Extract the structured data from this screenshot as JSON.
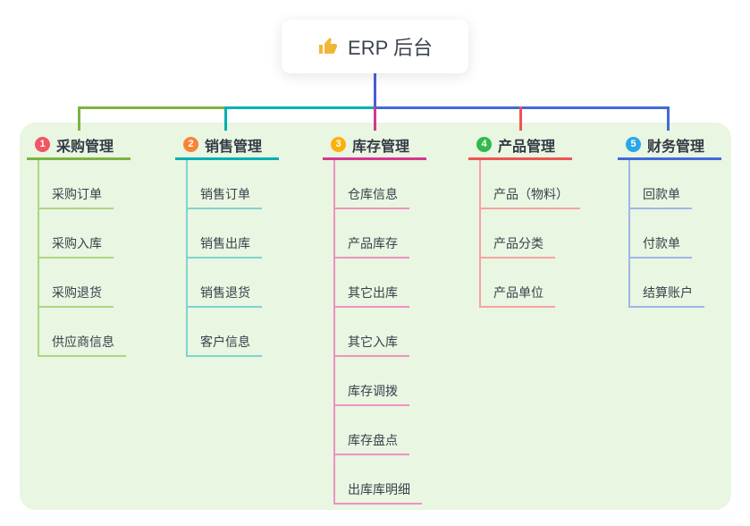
{
  "root": {
    "title": "ERP 后台",
    "icon": "thumbs-up-icon"
  },
  "branches": [
    {
      "badge": "1",
      "label": "采购管理",
      "badge_color": "#F25566",
      "line_color": "#7CB342",
      "child_line_color": "#AED584",
      "children": [
        "采购订单",
        "采购入库",
        "采购退货",
        "供应商信息"
      ]
    },
    {
      "badge": "2",
      "label": "销售管理",
      "badge_color": "#F98436",
      "line_color": "#00B0B0",
      "child_line_color": "#7FD4CC",
      "children": [
        "销售订单",
        "销售出库",
        "销售退货",
        "客户信息"
      ]
    },
    {
      "badge": "3",
      "label": "库存管理",
      "badge_color": "#FBB10D",
      "line_color": "#D6368F",
      "child_line_color": "#F290C0",
      "children": [
        "仓库信息",
        "产品库存",
        "其它出库",
        "其它入库",
        "库存调拨",
        "库存盘点",
        "出库库明细"
      ]
    },
    {
      "badge": "4",
      "label": "产品管理",
      "badge_color": "#33B94D",
      "line_color": "#F05353",
      "child_line_color": "#F7A3A0",
      "children": [
        "产品（物料）",
        "产品分类",
        "产品单位"
      ]
    },
    {
      "badge": "5",
      "label": "财务管理",
      "badge_color": "#2BA6E8",
      "line_color": "#4169DB",
      "child_line_color": "#9FB6E8",
      "children": [
        "回款单",
        "付款单",
        "结算账户"
      ]
    }
  ],
  "colors": {
    "canvas_background": "#FFFFFF",
    "panel_background": "#E8F6E2",
    "root_connector": "#4B5CD6",
    "root_card_background": "#FFFFFF",
    "title_text": "#3C4350",
    "branch_text": "#333A45",
    "child_text": "#3A414B",
    "thumb_icon": "#F2B636"
  }
}
